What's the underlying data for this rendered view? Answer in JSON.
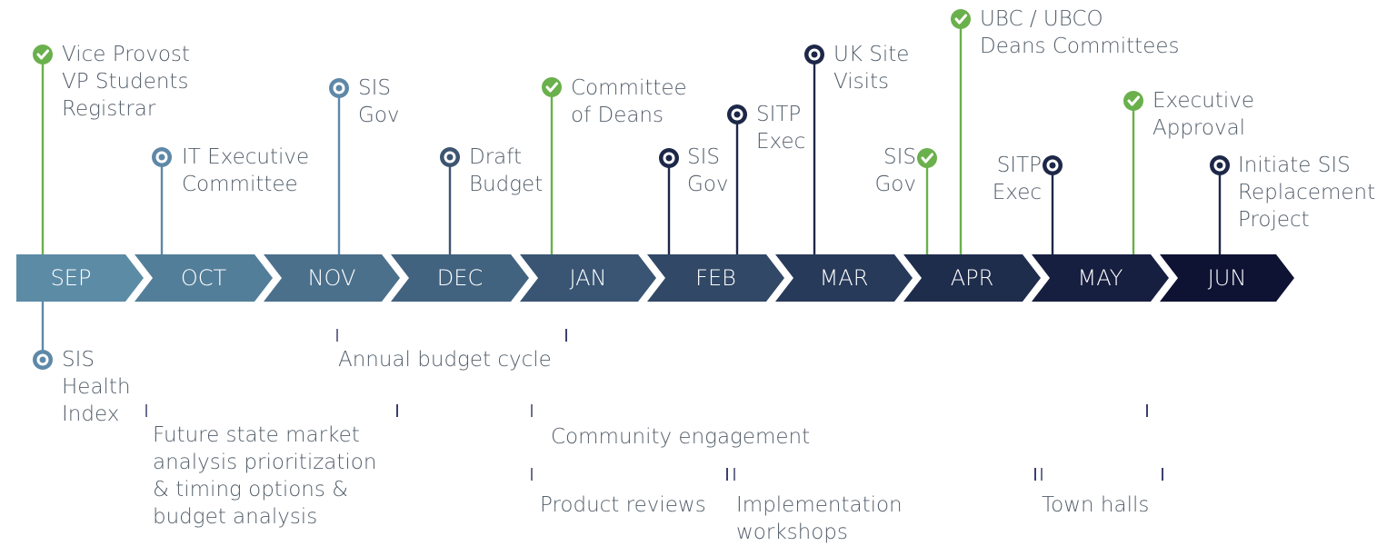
{
  "colors": {
    "green": "#6ab04c",
    "event_dark": "#1d2748",
    "event_mid": "#3d5570",
    "event_light": "#5e88a8",
    "text": "#55606c",
    "range_line": "#3c3f6e",
    "bar_start": "#5c8ba6",
    "bar_end": "#0e1233"
  },
  "months": [
    "SEP",
    "OCT",
    "NOV",
    "DEC",
    "JAN",
    "FEB",
    "MAR",
    "APR",
    "MAY",
    "JUN"
  ],
  "events_above": [
    {
      "text": "Vice Provost\nVP Students\nRegistrar",
      "icon": "check-circle-icon",
      "color": "green"
    },
    {
      "text": "IT Executive\nCommittee",
      "icon": "target-icon",
      "color": "event_light"
    },
    {
      "text": "SIS\nGov",
      "icon": "target-icon",
      "color": "event_light"
    },
    {
      "text": "Draft\nBudget",
      "icon": "target-icon",
      "color": "event_mid"
    },
    {
      "text": "Committee\nof Deans",
      "icon": "check-circle-icon",
      "color": "green"
    },
    {
      "text": "SIS\nGov",
      "icon": "target-icon",
      "color": "event_dark"
    },
    {
      "text": "SITP\nExec",
      "icon": "target-icon",
      "color": "event_dark"
    },
    {
      "text": "UK Site\nVisits",
      "icon": "target-icon",
      "color": "event_dark"
    },
    {
      "text": "SIS\nGov",
      "icon": "check-circle-icon",
      "color": "green"
    },
    {
      "text": "UBC / UBCO\nDeans Committees",
      "icon": "check-circle-icon",
      "color": "green"
    },
    {
      "text": "SITP\nExec",
      "icon": "target-icon",
      "color": "event_dark"
    },
    {
      "text": "Executive\nApproval",
      "icon": "check-circle-icon",
      "color": "green"
    },
    {
      "text": "Initiate SIS\nReplacement\nProject",
      "icon": "target-icon",
      "color": "event_dark"
    }
  ],
  "events_below": [
    {
      "text": "SIS\nHealth\nIndex",
      "icon": "target-icon",
      "color": "event_light"
    }
  ],
  "ranges": [
    {
      "label": "Annual budget cycle"
    },
    {
      "label": "Future state market\nanalysis prioritization\n& timing options &\nbudget analysis"
    },
    {
      "label": "Community engagement"
    },
    {
      "label": "Product reviews"
    },
    {
      "label": "Implementation\nworkshops"
    },
    {
      "label": "Town halls"
    }
  ]
}
